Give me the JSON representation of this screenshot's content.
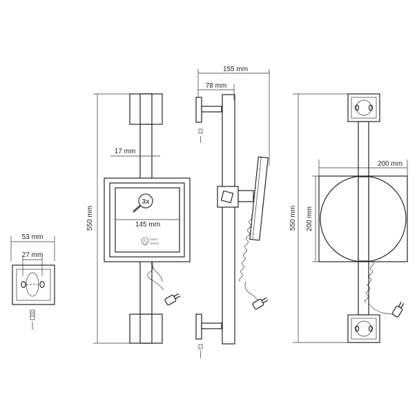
{
  "dimensions": {
    "plate_width": "53 mm",
    "plate_hole_spacing": "27 mm",
    "bar_height_front": "550 mm",
    "bar_width": "17 mm",
    "mirror_inner_width": "145 mm",
    "side_total_depth": "155 mm",
    "side_arm_depth": "78 mm",
    "back_height": "550 mm",
    "back_mirror_width": "200 mm",
    "back_mirror_height": "200 mm"
  },
  "mirror_labels": {
    "magnification": "3x",
    "sensor_line1": "touch",
    "sensor_line2": "sensor"
  }
}
